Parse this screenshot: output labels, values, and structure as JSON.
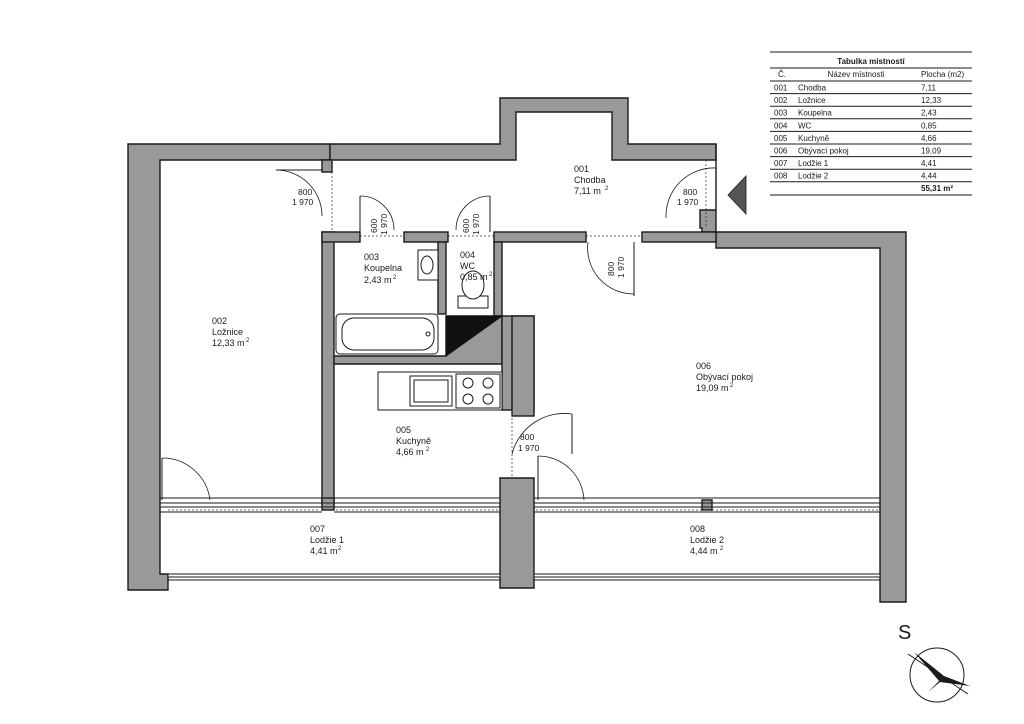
{
  "rooms": [
    {
      "no": "001",
      "name": "Chodba",
      "area": "7,11 m",
      "sup": "2"
    },
    {
      "no": "002",
      "name": "Ložnice",
      "area": "12,33 m",
      "sup": "2"
    },
    {
      "no": "003",
      "name": "Koupelna",
      "area": "2,43 m",
      "sup": "2"
    },
    {
      "no": "004",
      "name": "WC",
      "area": "0,85 m",
      "sup": "2"
    },
    {
      "no": "005",
      "name": "Kuchyně",
      "area": "4,66 m",
      "sup": "2"
    },
    {
      "no": "006",
      "name": "Obývací pokoj",
      "area": "19,09 m",
      "sup": "2"
    },
    {
      "no": "007",
      "name": "Lodžie 1",
      "area": "4,41 m",
      "sup": "2"
    },
    {
      "no": "008",
      "name": "Lodžie 2",
      "area": "4,44 m",
      "sup": "2"
    }
  ],
  "doors": [
    {
      "w": "800",
      "h": "1 970"
    },
    {
      "w": "600",
      "h": "1 970"
    },
    {
      "w": "600",
      "h": "1 970"
    },
    {
      "w": "800",
      "h": "1 970"
    },
    {
      "w": "800",
      "h": "1 970"
    },
    {
      "w": "800",
      "h": "1 970"
    }
  ],
  "table": {
    "title": "Tabulka místností",
    "headers": [
      "Č.",
      "Název místnosti",
      "Plocha (m2)"
    ],
    "rows": [
      [
        "001",
        "Chodba",
        "7,11"
      ],
      [
        "002",
        "Ložnice",
        "12,33"
      ],
      [
        "003",
        "Koupelna",
        "2,43"
      ],
      [
        "004",
        "WC",
        "0,85"
      ],
      [
        "005",
        "Kuchyně",
        "4,66"
      ],
      [
        "006",
        "Obývací pokoj",
        "19,09"
      ],
      [
        "007",
        "Lodžie 1",
        "4,41"
      ],
      [
        "008",
        "Lodžie 2",
        "4,44"
      ]
    ],
    "total": "55,31 m²"
  },
  "compass": {
    "letter": "S"
  }
}
